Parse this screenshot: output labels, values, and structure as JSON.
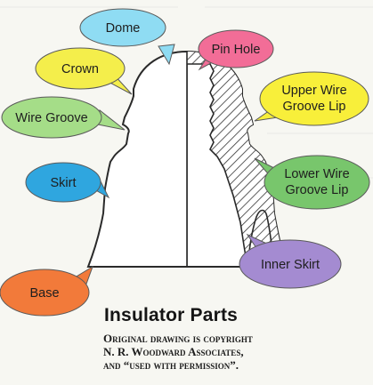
{
  "callouts": {
    "dome": "Dome",
    "pin_hole": "Pin Hole",
    "crown": "Crown",
    "upper_wire_groove_lip": [
      "Upper Wire",
      "Groove Lip"
    ],
    "wire_groove": "Wire Groove",
    "skirt": "Skirt",
    "lower_wire_groove_lip": [
      "Lower Wire",
      "Groove Lip"
    ],
    "inner_skirt": "Inner Skirt",
    "base": "Base"
  },
  "colors": {
    "dome": "#8fdcf3",
    "pin_hole": "#f26d97",
    "crown": "#f4ee4b",
    "upper_wire_groove_lip": "#f8ef3a",
    "wire_groove": "#a5dd88",
    "skirt": "#2fa6df",
    "lower_wire_groove_lip": "#78c66c",
    "inner_skirt": "#a48bd1",
    "base": "#f27a3a",
    "insulator_outline": "#2a2a2a",
    "hatch": "#333333"
  },
  "caption": {
    "title": "Insulator Parts",
    "line1": "Original drawing is copyright",
    "line2": "N. R. Woodward Associates,",
    "line3": "and “used with permission”."
  }
}
